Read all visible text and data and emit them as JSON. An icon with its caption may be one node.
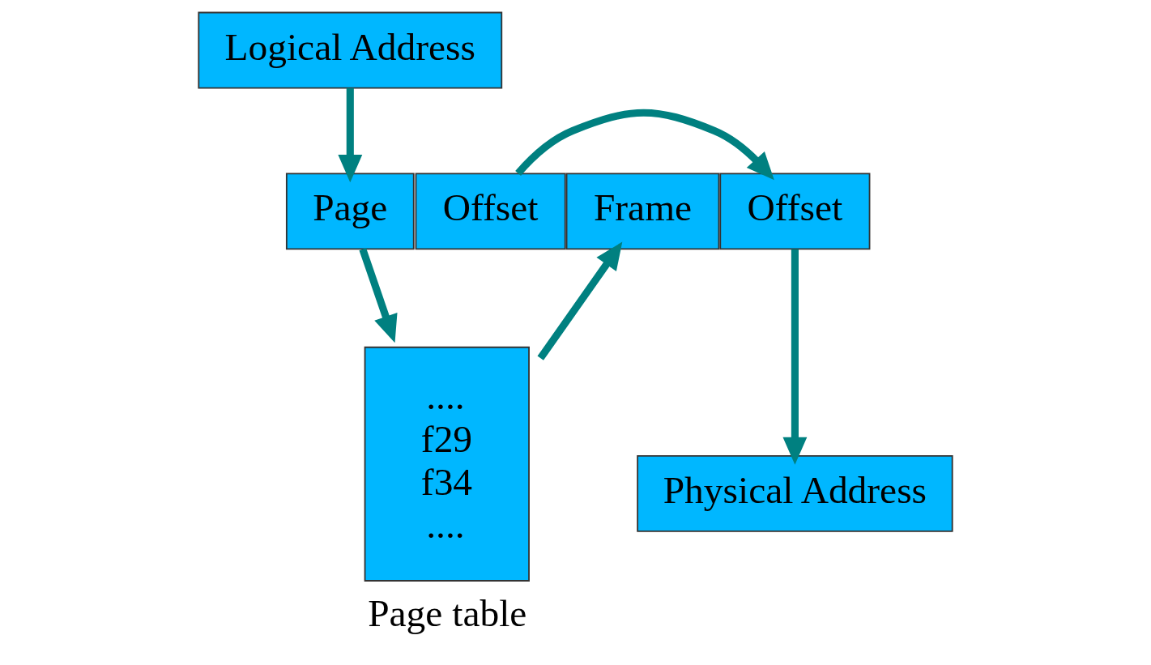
{
  "diagram": {
    "nodes": [
      {
        "text": [
          "Logical Address"
        ]
      },
      {
        "text": [
          "Page"
        ]
      },
      {
        "text": [
          "Offset"
        ]
      },
      {
        "text": [
          "Frame"
        ]
      },
      {
        "text": [
          "Offset"
        ]
      },
      {
        "text": [
          "....",
          "f29",
          "f34",
          "...."
        ],
        "beside": [
          "Page table"
        ]
      },
      {
        "text": [
          "Physical Address"
        ]
      }
    ],
    "edges": [
      {
        "from": 0,
        "to": 1,
        "arrow": "to"
      },
      {
        "from": 2,
        "to": 4,
        "arrow": "to"
      },
      {
        "from": 1,
        "to": 5,
        "arrow": "to"
      },
      {
        "from": 5,
        "to": 3,
        "arrow": "to"
      },
      {
        "from": 4,
        "to": 6,
        "arrow": "to"
      }
    ]
  }
}
